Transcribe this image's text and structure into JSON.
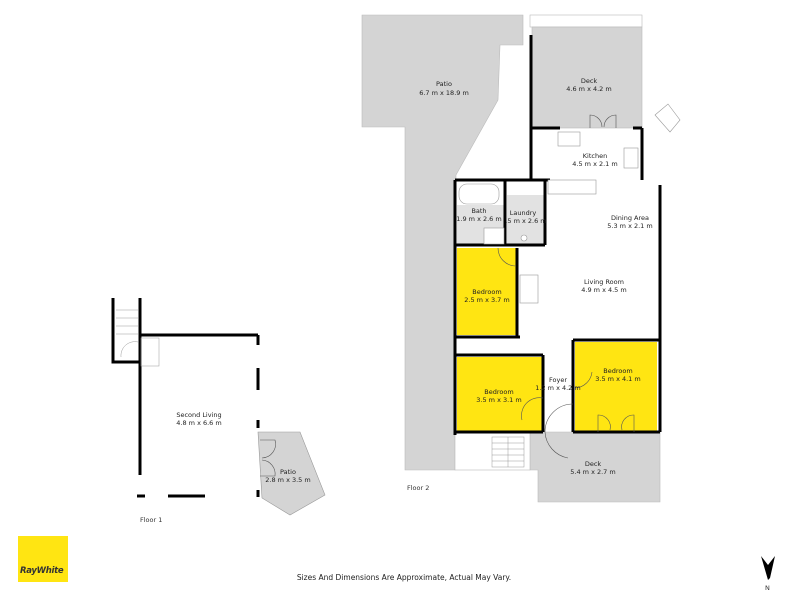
{
  "colors": {
    "room_highlight": "#ffe512",
    "outdoor": "#d4d4d4",
    "wall": "#000000",
    "logo_bg": "#ffe512"
  },
  "floor2": {
    "label": "Floor 2",
    "rooms": [
      {
        "name": "Patio",
        "dims": "6.7 m x 18.9 m"
      },
      {
        "name": "Deck",
        "dims": "4.6 m x 4.2 m"
      },
      {
        "name": "Kitchen",
        "dims": "4.5 m x 2.1 m"
      },
      {
        "name": "Bath",
        "dims": "1.9 m x 2.6 m"
      },
      {
        "name": "Laundry",
        "dims": ".5 m x 2.6 m"
      },
      {
        "name": "Dining Area",
        "dims": "5.3 m x 2.1 m"
      },
      {
        "name": "Living Room",
        "dims": "4.9 m x 4.5 m"
      },
      {
        "name": "Bedroom",
        "dims": "2.5 m x 3.7 m"
      },
      {
        "name": "Bedroom",
        "dims": "3.5 m x 3.1 m"
      },
      {
        "name": "Foyer",
        "dims": "1.2 m x 4.2 m"
      },
      {
        "name": "Bedroom",
        "dims": "3.5 m x 4.1 m"
      },
      {
        "name": "Deck",
        "dims": "5.4 m x 2.7 m"
      }
    ]
  },
  "floor1": {
    "label": "Floor 1",
    "rooms": [
      {
        "name": "Second Living",
        "dims": "4.8 m x 6.6 m"
      },
      {
        "name": "Patio",
        "dims": "2.8 m x 3.5 m"
      }
    ]
  },
  "footer": {
    "disclaimer": "Sizes And Dimensions Are Approximate, Actual May Vary.",
    "logo_text": "RayWhite",
    "north_label": "N"
  }
}
